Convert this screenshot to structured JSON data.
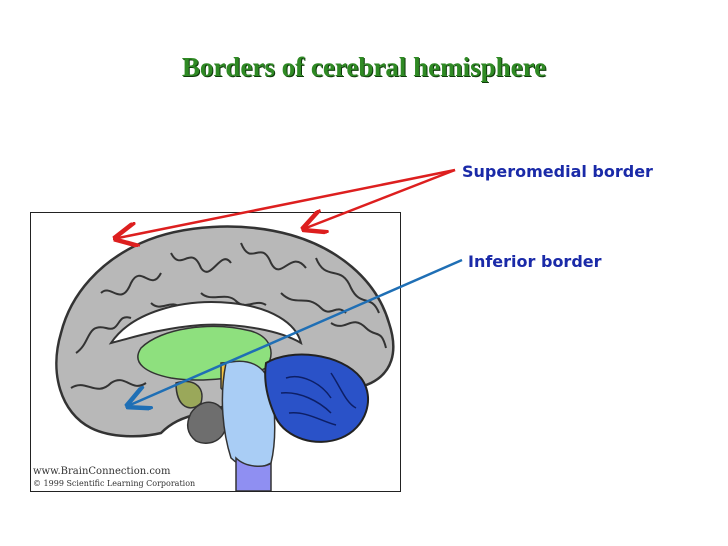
{
  "title": "Borders of cerebral hemisphere",
  "labels": {
    "superomedial": "Superomedial border",
    "inferior": "Inferior border"
  },
  "credits": {
    "line1": "www.BrainConnection.com",
    "line2": "© 1999 Scientific Learning Corporation"
  },
  "colors": {
    "title": "#2f8a24",
    "label": "#1a2aa8",
    "superomedial_arrow": "#dd1f1f",
    "inferior_arrow": "#1f6fb5",
    "cortex": "#b8b8b8",
    "thalamus": "#8ee07e",
    "cerebellum": "#2a52c8",
    "brainstem": "#a9cdf5"
  }
}
